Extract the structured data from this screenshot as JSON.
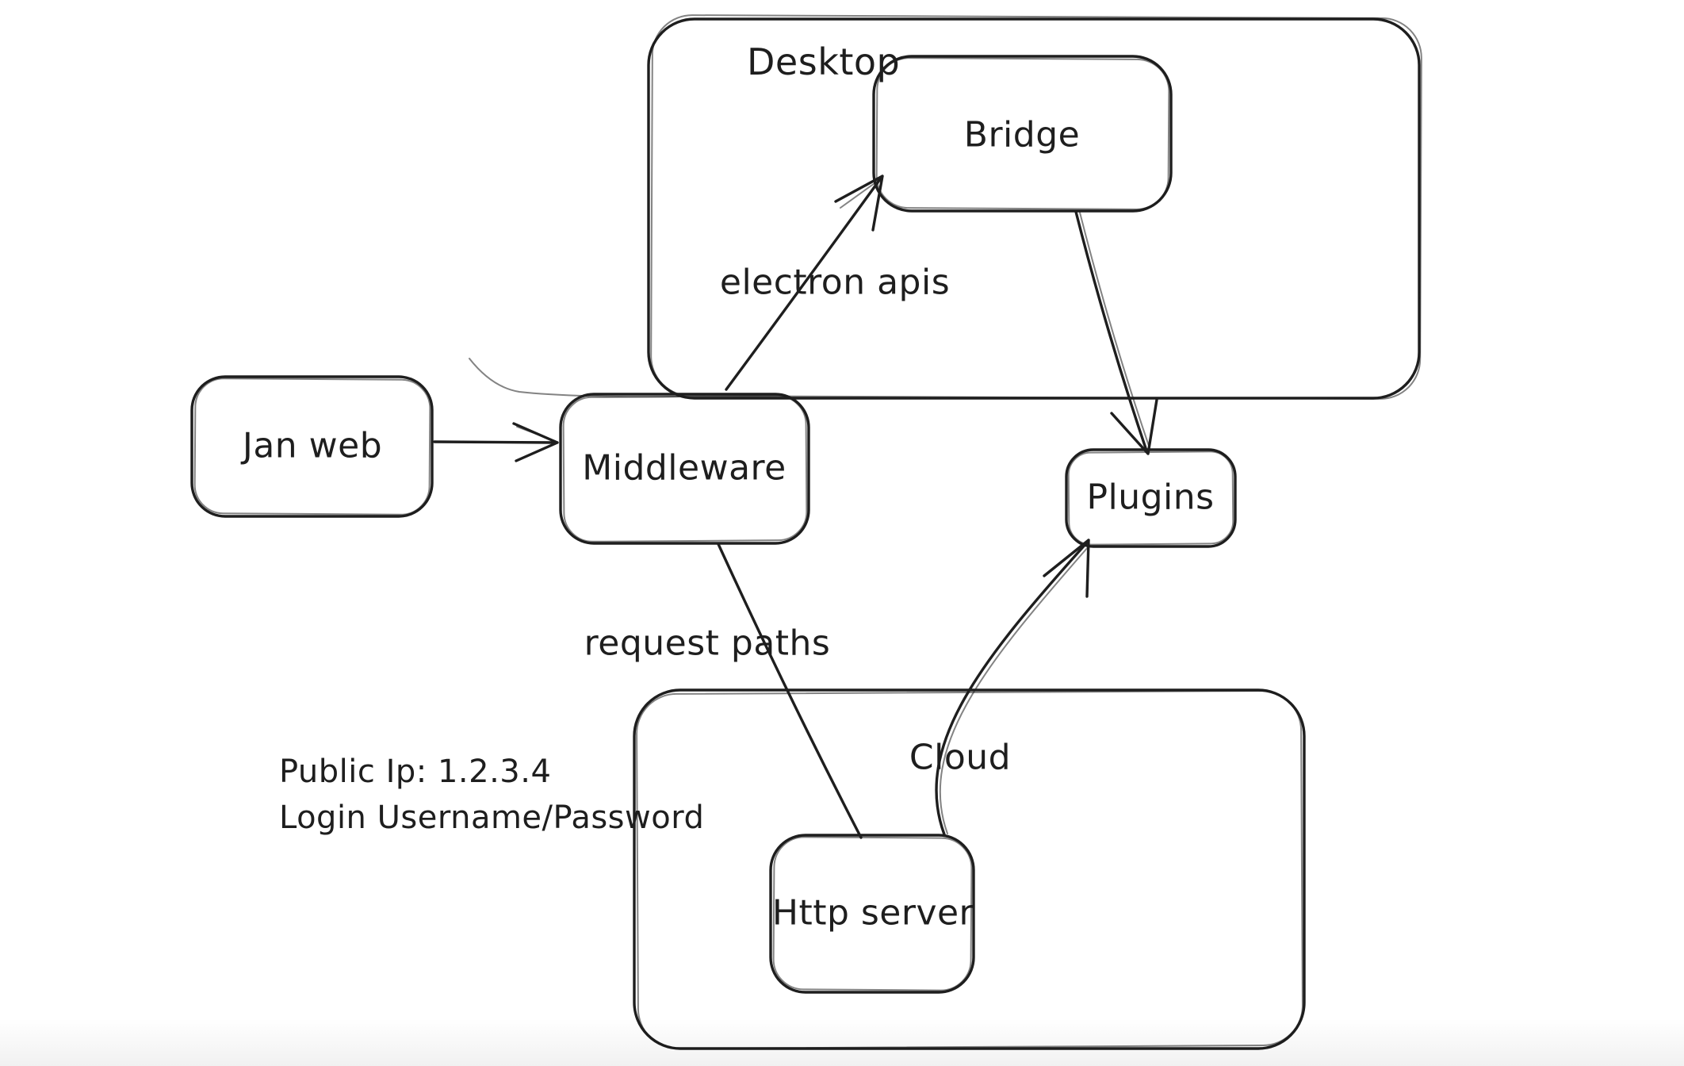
{
  "canvas": {
    "background": "#ffffff",
    "stroke_color": "#1e1e1e"
  },
  "groups": [
    {
      "name": "desktop",
      "label": "Desktop"
    },
    {
      "name": "cloud",
      "label": "Cloud"
    }
  ],
  "nodes": [
    {
      "name": "jan-web",
      "label": "Jan web"
    },
    {
      "name": "middleware",
      "label": "Middleware"
    },
    {
      "name": "bridge",
      "label": "Bridge"
    },
    {
      "name": "plugins",
      "label": "Plugins"
    },
    {
      "name": "http-server",
      "label": "Http server"
    }
  ],
  "edge_labels": {
    "middleware_bridge": "electron apis",
    "middleware_http": "request paths"
  },
  "notes": {
    "public_ip": "Public Ip: 1.2.3.4",
    "login": "Login Username/Password"
  }
}
